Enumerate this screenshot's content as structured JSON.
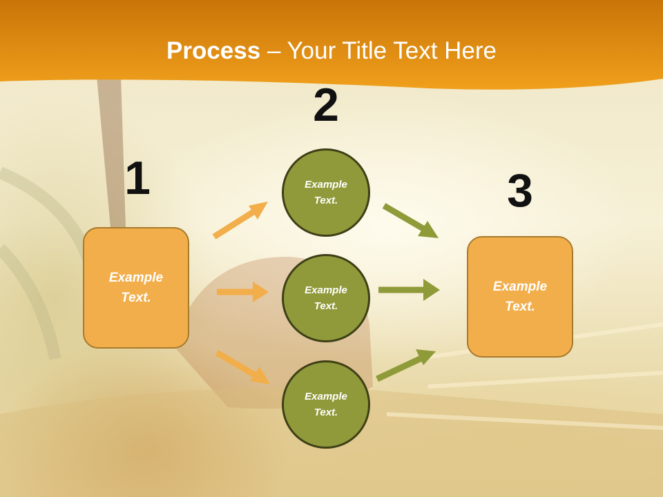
{
  "slide": {
    "title_bold": "Process",
    "title_rest": " – Your Title Text Here"
  },
  "steps": [
    {
      "number": "1",
      "text": "Example Text."
    },
    {
      "number": "2",
      "texts": [
        "Example Text.",
        "Example Text.",
        "Example Text."
      ]
    },
    {
      "number": "3",
      "text": "Example Text."
    }
  ],
  "colors": {
    "header": "#e89412",
    "box_fill": "#f2ae4b",
    "circle_fill": "#909a3a",
    "orange_arrow": "#f2ae4b",
    "olive_arrow": "#8f9a39"
  }
}
